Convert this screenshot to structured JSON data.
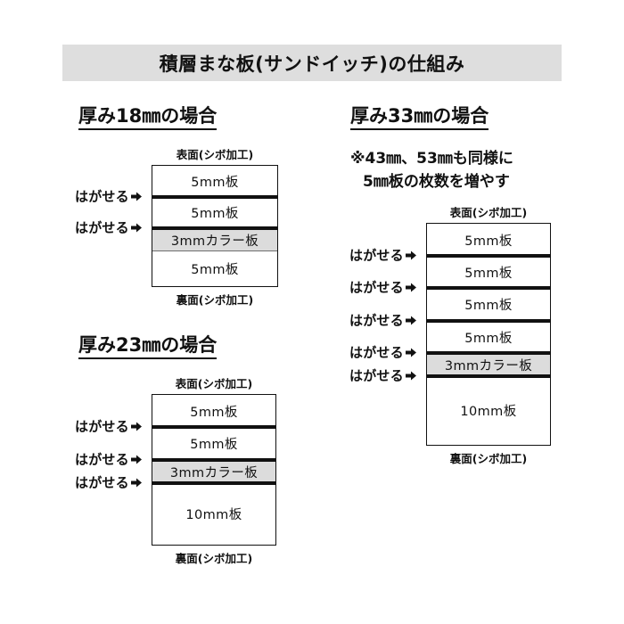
{
  "page": {
    "title": "積層まな板(サンドイッチ)の仕組み",
    "background_color": "#ffffff",
    "banner_color": "#dedede",
    "color_board_color": "#dcdcdc",
    "line_color": "#111111"
  },
  "labels": {
    "front_surface": "表面(シボ加工)",
    "back_surface": "裏面(シボ加工)",
    "peelable": "はがせる",
    "arrow_icon": "right-arrow-icon"
  },
  "sections": [
    {
      "id": "thickness-18",
      "heading": "厚み18㎜の場合",
      "note": null,
      "top_label": "表面(シボ加工)",
      "bottom_label": "裏面(シボ加工)",
      "layers": [
        {
          "label": "5mm板",
          "type": "plain",
          "mm": 5
        },
        {
          "label": "5mm板",
          "type": "plain",
          "mm": 5
        },
        {
          "label": "3mmカラー板",
          "type": "color",
          "mm": 3
        },
        {
          "label": "5mm板",
          "type": "plain",
          "mm": 5
        }
      ],
      "peel_lines": [
        {
          "after_layer_index": 0,
          "label": "はがせる"
        },
        {
          "after_layer_index": 1,
          "label": "はがせる"
        }
      ]
    },
    {
      "id": "thickness-23",
      "heading": "厚み23㎜の場合",
      "note": null,
      "top_label": "表面(シボ加工)",
      "bottom_label": "裏面(シボ加工)",
      "layers": [
        {
          "label": "5mm板",
          "type": "plain",
          "mm": 5
        },
        {
          "label": "5mm板",
          "type": "plain",
          "mm": 5
        },
        {
          "label": "3mmカラー板",
          "type": "color",
          "mm": 3
        },
        {
          "label": "10mm板",
          "type": "plain",
          "mm": 10
        }
      ],
      "peel_lines": [
        {
          "after_layer_index": 0,
          "label": "はがせる"
        },
        {
          "after_layer_index": 1,
          "label": "はがせる"
        },
        {
          "after_layer_index": 2,
          "label": "はがせる"
        }
      ]
    },
    {
      "id": "thickness-33",
      "heading": "厚み33㎜の場合",
      "note_line1": "※43㎜、53㎜も同様に",
      "note_line2": "5㎜板の枚数を増やす",
      "top_label": "表面(シボ加工)",
      "bottom_label": "裏面(シボ加工)",
      "layers": [
        {
          "label": "5mm板",
          "type": "plain",
          "mm": 5
        },
        {
          "label": "5mm板",
          "type": "plain",
          "mm": 5
        },
        {
          "label": "5mm板",
          "type": "plain",
          "mm": 5
        },
        {
          "label": "5mm板",
          "type": "plain",
          "mm": 5
        },
        {
          "label": "3mmカラー板",
          "type": "color",
          "mm": 3
        },
        {
          "label": "10mm板",
          "type": "plain",
          "mm": 10
        }
      ],
      "peel_lines": [
        {
          "after_layer_index": 0,
          "label": "はがせる"
        },
        {
          "after_layer_index": 1,
          "label": "はがせる"
        },
        {
          "after_layer_index": 2,
          "label": "はがせる"
        },
        {
          "after_layer_index": 3,
          "label": "はがせる"
        },
        {
          "after_layer_index": 4,
          "label": "はがせる"
        }
      ]
    }
  ]
}
